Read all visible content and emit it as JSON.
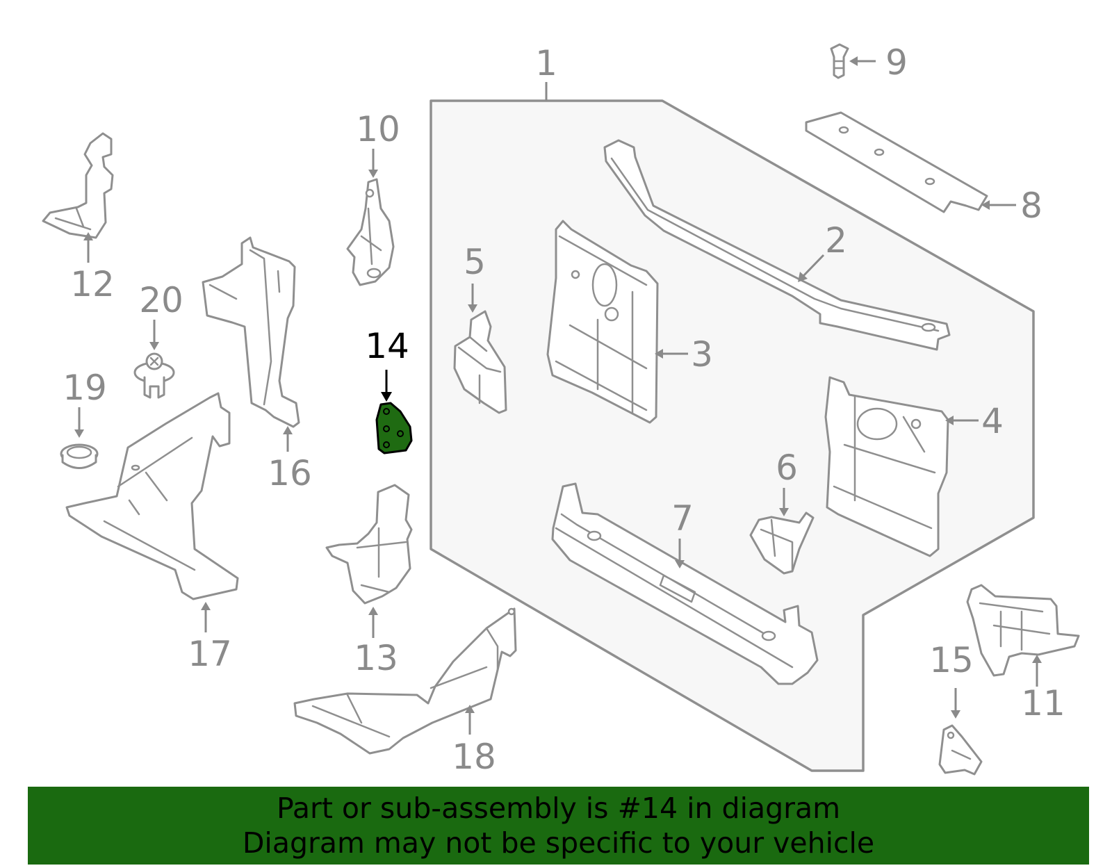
{
  "diagram": {
    "callouts": [
      {
        "id": "1",
        "label": "1"
      },
      {
        "id": "2",
        "label": "2"
      },
      {
        "id": "3",
        "label": "3"
      },
      {
        "id": "4",
        "label": "4"
      },
      {
        "id": "5",
        "label": "5"
      },
      {
        "id": "6",
        "label": "6"
      },
      {
        "id": "7",
        "label": "7"
      },
      {
        "id": "8",
        "label": "8"
      },
      {
        "id": "9",
        "label": "9"
      },
      {
        "id": "10",
        "label": "10"
      },
      {
        "id": "11",
        "label": "11"
      },
      {
        "id": "12",
        "label": "12"
      },
      {
        "id": "13",
        "label": "13"
      },
      {
        "id": "14",
        "label": "14"
      },
      {
        "id": "15",
        "label": "15"
      },
      {
        "id": "16",
        "label": "16"
      },
      {
        "id": "17",
        "label": "17"
      },
      {
        "id": "18",
        "label": "18"
      },
      {
        "id": "19",
        "label": "19"
      },
      {
        "id": "20",
        "label": "20"
      }
    ],
    "highlighted_part": "14",
    "colors": {
      "line_art": "#8f8f8f",
      "assembly_fill": "#f7f7f7",
      "highlight_part": "#1f6b12",
      "banner_background": "#1a6a10",
      "banner_text": "#000000"
    }
  },
  "banner": {
    "line1": "Part or sub-assembly is #14 in diagram",
    "line2": "Diagram may not be specific to your vehicle"
  }
}
